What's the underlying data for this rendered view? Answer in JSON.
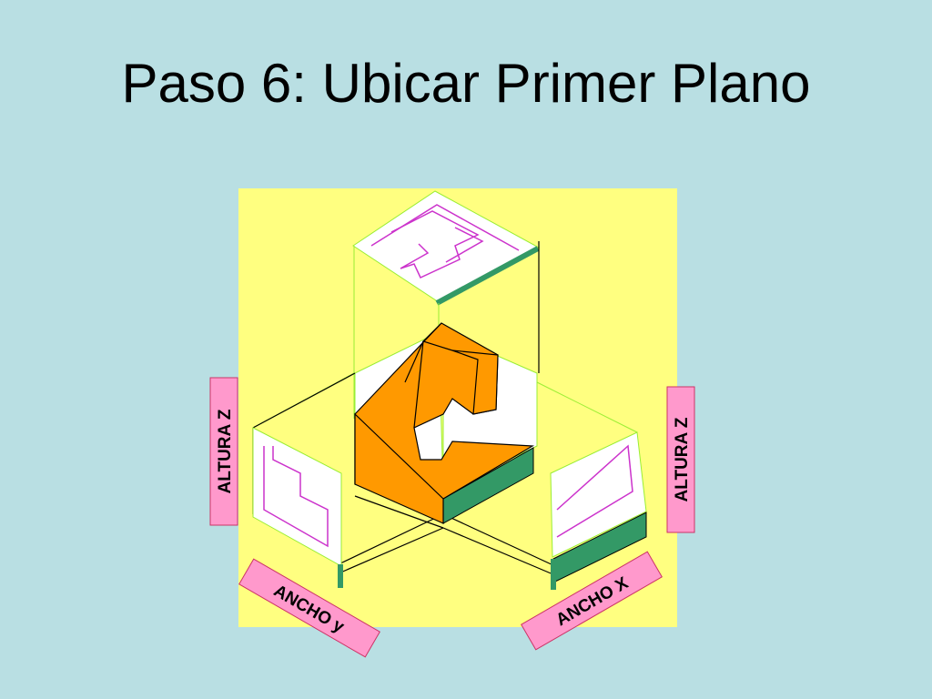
{
  "slide": {
    "title": "Paso 6: Ubicar Primer Plano"
  },
  "labels": {
    "altura_left": "ALTURA Z",
    "altura_right": "ALTURA Z",
    "ancho_y": "ANCHO y",
    "ancho_x": "ANCHO X"
  },
  "colors": {
    "background": "#b9dfe3",
    "panel": "#ffff80",
    "face": "#ff9900",
    "accent": "#339966",
    "label_box": "#ff99cc",
    "outline": "#cc33cc",
    "guide": "#99ee33"
  }
}
